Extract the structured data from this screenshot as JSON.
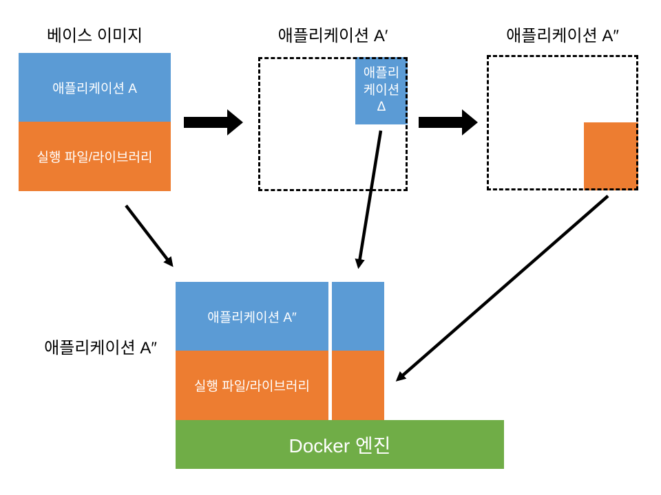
{
  "diagram": {
    "base_image": {
      "title": "베이스 이미지",
      "app_label": "애플리케이션 A",
      "lib_label": "실행 파일/라이브러리"
    },
    "app_a_prime": {
      "title": "애플리케이션 A′",
      "delta_lines": [
        "애플리",
        "케이션",
        "Δ"
      ]
    },
    "app_a_dprime": {
      "title": "애플리케이션 A″"
    },
    "result": {
      "label": "애플리케이션 A″",
      "app_label": "애플리케이션 A″",
      "lib_label": "실행 파일/라이브러리",
      "engine_label": "Docker 엔진"
    },
    "colors": {
      "app_blue": "#5B9BD5",
      "lib_orange": "#ED7D31",
      "engine_green": "#70AD47",
      "arrow_black": "#000000"
    }
  }
}
